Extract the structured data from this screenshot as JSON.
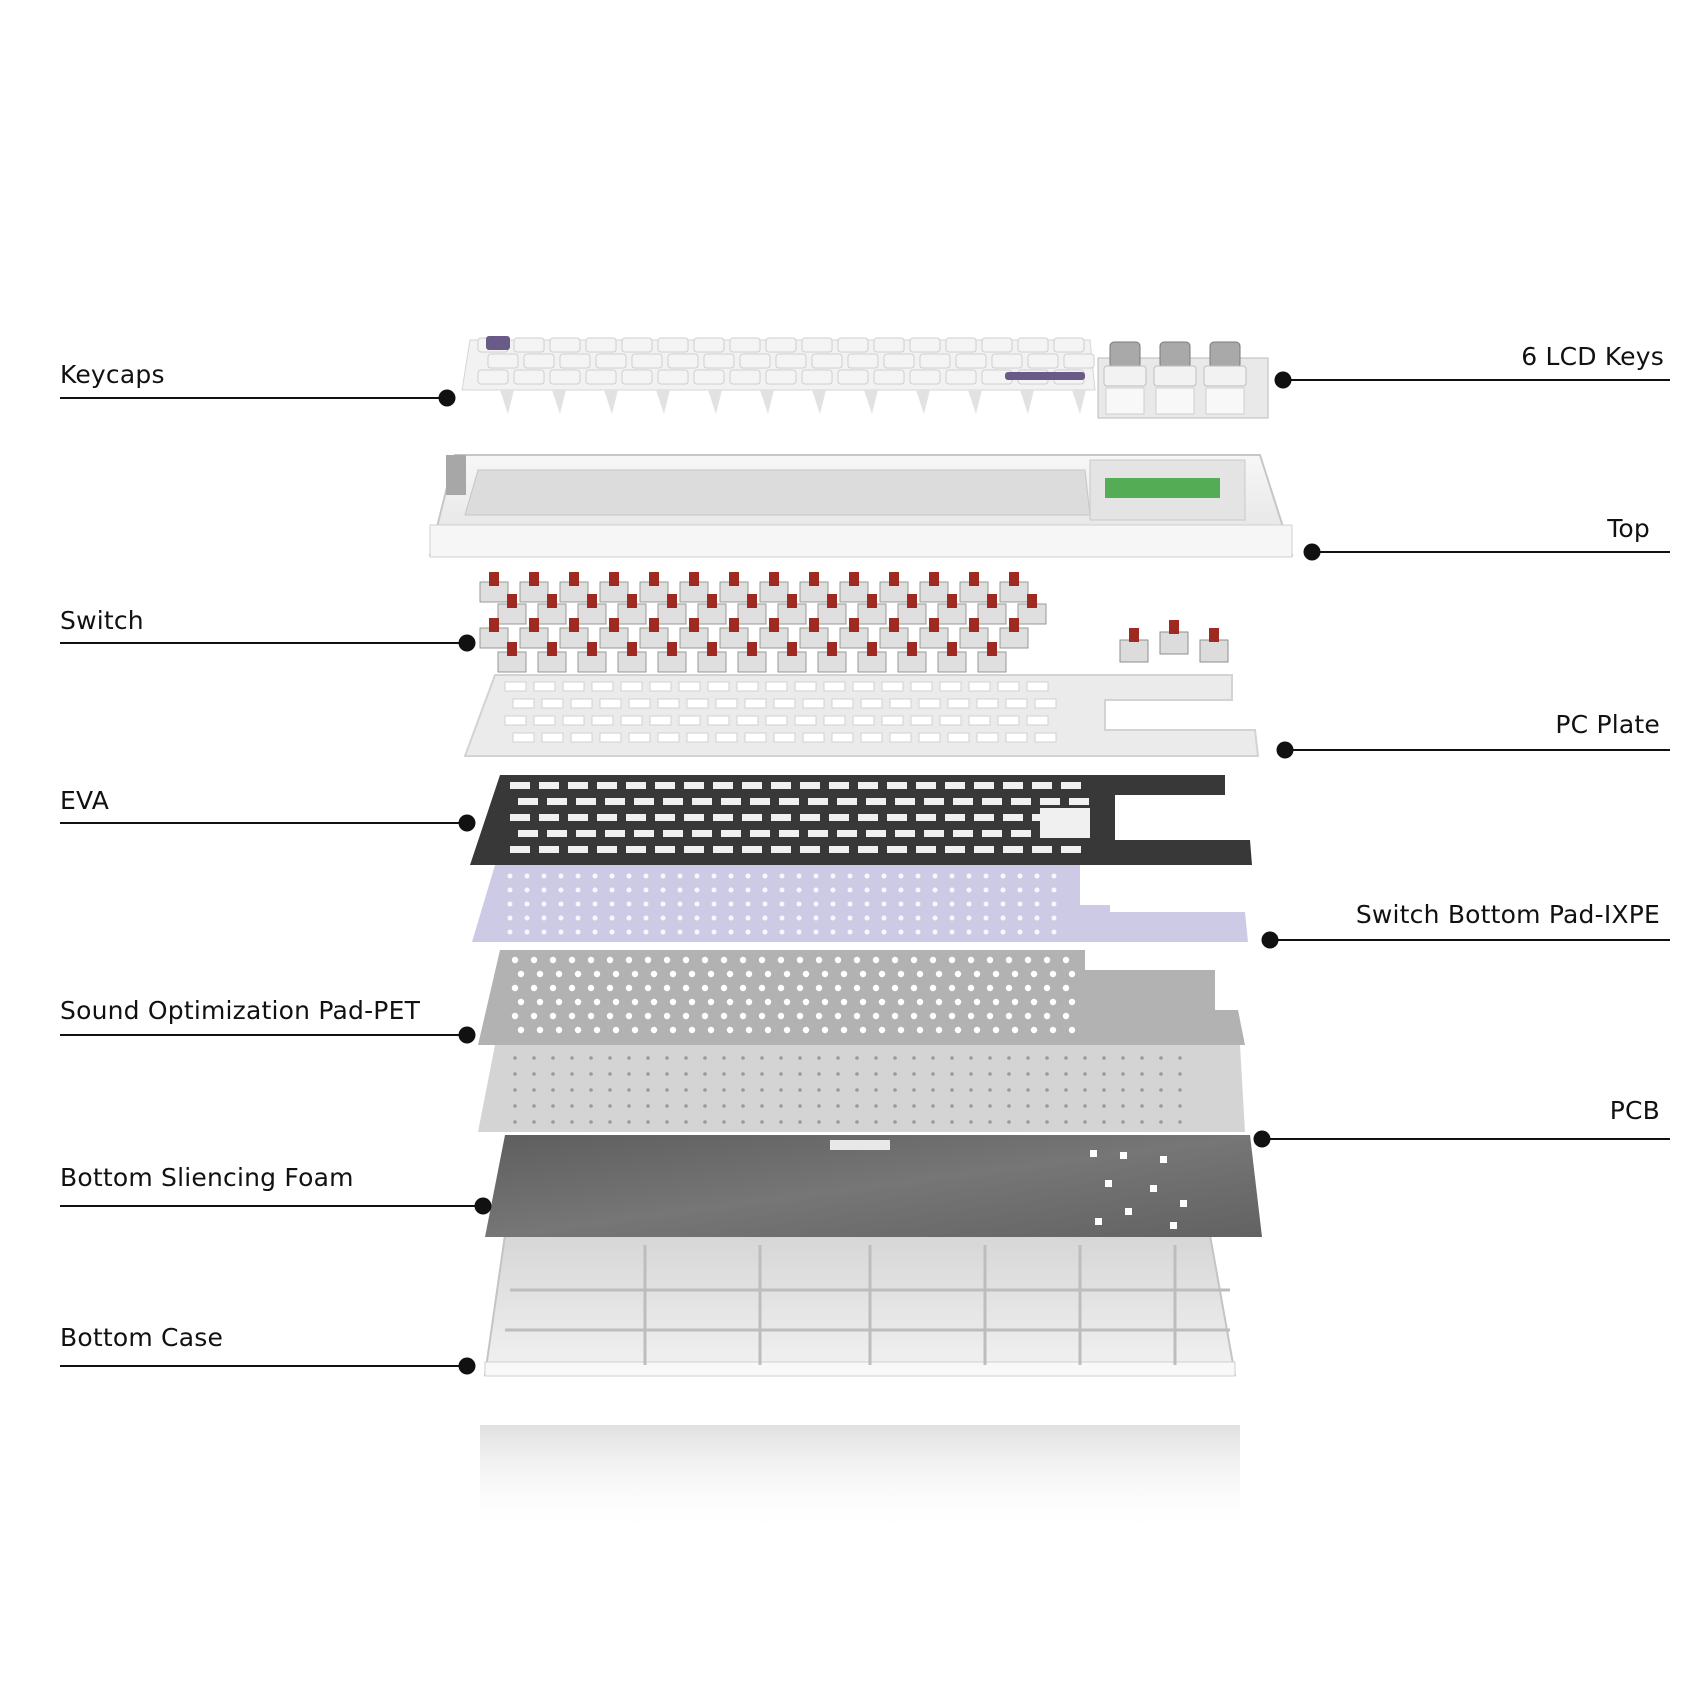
{
  "diagram": {
    "type": "exploded-view",
    "subject": "mechanical keyboard",
    "colors": {
      "leader_line": "#111111",
      "keycap": "#f4f4f4",
      "accent_purple": "#6a5a88",
      "switch_stem": "#9e2a22",
      "pc_plate": "#ececec",
      "eva": "#3a3a3a",
      "ixpe": "#c9c5e3",
      "pet": "#b4b4b4",
      "pcb": "#cfcfcf",
      "foam": "#6e6e6e",
      "case": "#eeeeee",
      "lcd_screen": "#3ba23b"
    },
    "labels": {
      "keycaps": "Keycaps",
      "lcd_keys": "6 LCD Keys",
      "top": "Top",
      "switch": "Switch",
      "pc_plate": "PC Plate",
      "eva": "EVA",
      "ixpe": "Switch Bottom Pad-IXPE",
      "pet": "Sound Optimization Pad-PET",
      "pcb": "PCB",
      "foam": "Bottom Sliencing Foam",
      "bottom_case": "Bottom Case"
    }
  }
}
